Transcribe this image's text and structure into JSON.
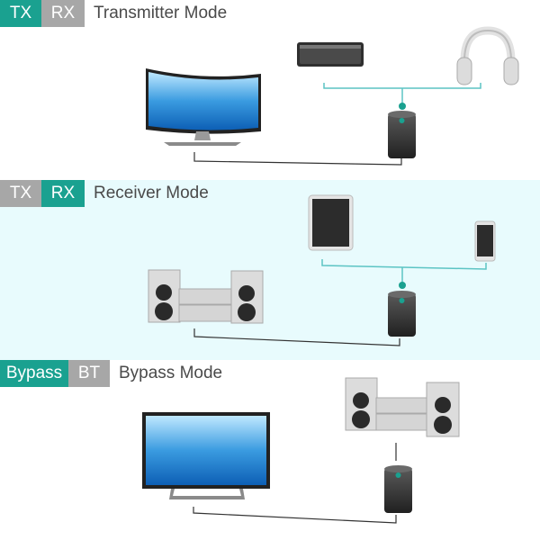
{
  "sections": [
    {
      "tags": [
        "TX",
        "RX"
      ],
      "active_tag": 0,
      "mode_label": "Transmitter Mode",
      "devices": [
        "curved-monitor",
        "soundbar-speaker",
        "headphones",
        "bluetooth-adapter"
      ]
    },
    {
      "tags": [
        "TX",
        "RX"
      ],
      "active_tag": 1,
      "mode_label": "Receiver Mode",
      "devices": [
        "tablet",
        "smartphone",
        "stereo-system",
        "bluetooth-adapter"
      ]
    },
    {
      "tags": [
        "Bypass",
        "BT"
      ],
      "active_tag": 0,
      "mode_label": "Bypass Mode",
      "devices": [
        "flat-tv",
        "stereo-system",
        "bluetooth-adapter"
      ]
    }
  ],
  "colors": {
    "accent": "#1aa190",
    "inactive_tag": "#a7a7a7",
    "receiver_band": "#e8fbfd",
    "bluetooth_link": "#5cc4c4",
    "wired_link": "#333333"
  },
  "icons": {
    "bluetooth": "bluetooth-icon"
  }
}
